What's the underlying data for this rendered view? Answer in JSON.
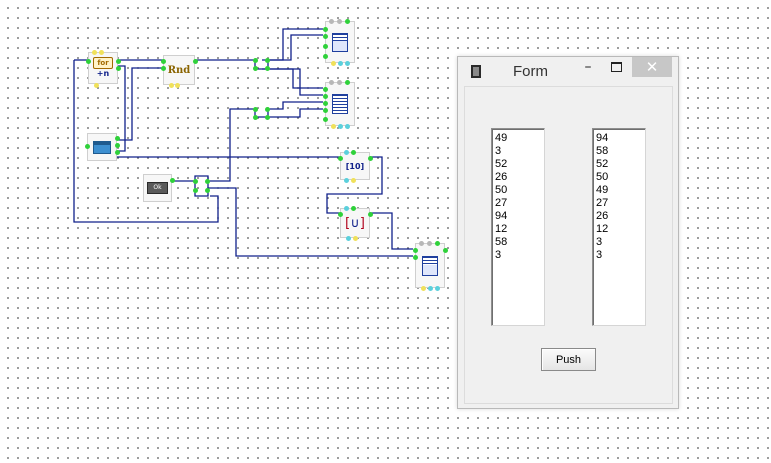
{
  "scheme": {
    "components": {
      "for_loop": {
        "label": "for",
        "sublabel": "+n",
        "icon": "for-loop-icon"
      },
      "random": {
        "label": "Rnd",
        "icon": "random-icon"
      },
      "form_component": {
        "icon": "form-window-icon"
      },
      "button_component": {
        "label": "Ok",
        "icon": "button-icon"
      },
      "list_a": {
        "icon": "listbox-icon"
      },
      "list_b": {
        "icon": "listbox-icon"
      },
      "array_component": {
        "label": "[10]",
        "icon": "array-icon"
      },
      "sort_component": {
        "label": "[",
        "icon": "sort-icon"
      },
      "list_c": {
        "icon": "listbox-icon"
      }
    },
    "colors": {
      "wire": "#10208a",
      "pin_event": "#2fd13a",
      "pin_data": "#f0e15a",
      "pin_cyan": "#5bd0dc"
    }
  },
  "form": {
    "title": "Form",
    "controls": {
      "minimize": "–",
      "close": "✕"
    },
    "left_list": [
      "49",
      "3",
      "52",
      "26",
      "50",
      "27",
      "94",
      "12",
      "58",
      "3"
    ],
    "right_list": [
      "94",
      "58",
      "52",
      "50",
      "49",
      "27",
      "26",
      "12",
      "3",
      "3"
    ],
    "push_label": "Push"
  }
}
